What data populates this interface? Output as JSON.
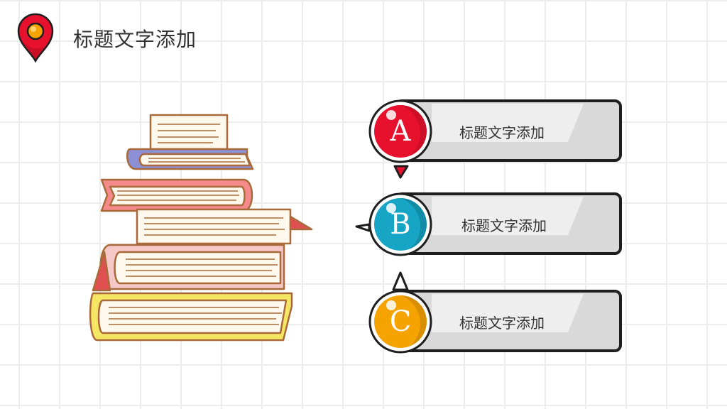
{
  "header": {
    "title": "标题文字添加",
    "icon": "map-pin-icon"
  },
  "illustration": {
    "icon": "book-stack-icon"
  },
  "items": [
    {
      "letter": "A",
      "label": "标题文字添加",
      "color": "#e8112d"
    },
    {
      "letter": "B",
      "label": "标题文字添加",
      "color": "#16a5c4"
    },
    {
      "letter": "C",
      "label": "标题文字添加",
      "color": "#f5a300"
    }
  ],
  "colors": {
    "outline": "#1e1e1e",
    "card_fill": "#d9d9d9",
    "card_light": "#eeeeee",
    "book_outline": "#a86a3a"
  }
}
